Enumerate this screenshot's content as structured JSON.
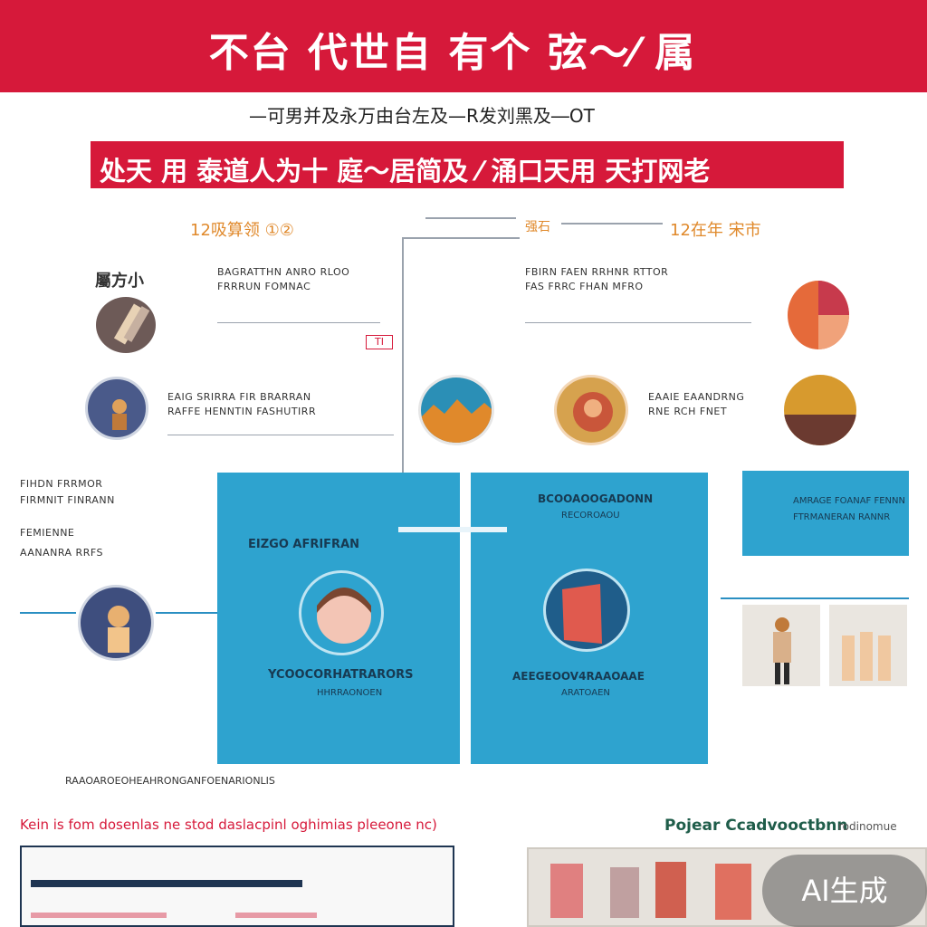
{
  "header": {
    "title": "不台 代世自 有个 弦〜⁄ 属",
    "subtitle": "—可男并及永万由台左及—R发刘黑及―OT",
    "banner_text": "处天 用 泰道人为十 庭〜居简及 ⁄ 涌口天用 天打网老"
  },
  "top_section": {
    "left_heading": "12吸算领 ①②",
    "center_heading": "强石",
    "right_heading": "12在年 宋市",
    "left_label": "屬方小",
    "left_text_line1": "BAGRATTHN ANRO RLOO",
    "left_text_line2": "FRRRUN  FOMNAC",
    "right_text_line1": "FBIRN FAEN RRHNR RTTOR",
    "right_text_line2": "FAS  FRRC FHAN MFRO",
    "red_mark": "TI",
    "row2_left_line1": "EAIG SRIRRA  FIR  BRARRAN",
    "row2_left_line2": "RAFFE HENNTIN FASHUTIRR",
    "row2_right_line1": "EAAIE EAANDRNG",
    "row2_right_line2": "RNE RCH FNET"
  },
  "left_column": {
    "lines": [
      "FIHDN FRRMOR",
      "FIRMNIT FINRANN",
      "FEMIENNE",
      "AANANRA RRFS"
    ]
  },
  "panels": {
    "left_heading": "EIZGO AFRIFRAN",
    "left_caption": "YCOOCORHATRARORS",
    "left_caption2": "HHRRAONOEN",
    "right_heading": "BCOOAOOGADONN",
    "right_sub": "RECOROAOU",
    "right_caption": "AEEGEOOV4RAAOAAE",
    "right_caption2": "ARATOAEN",
    "small_panel_line1": "AMRAGE FOANAF FENNN",
    "small_panel_line2": "FTRMANERAN RANNR"
  },
  "footer": {
    "bottom_caption": "RAAOAROEOHEAHRONGANFOENARIONLIS",
    "left_heading": "Kein is fom dosenlas ne stod daslacpinl oghimias pleeone nc)",
    "right_heading": "Pojear Ccadvooctbnn",
    "right_small": "rodinomue",
    "badge": "AI生成"
  },
  "colors": {
    "brand_red": "#d6193a",
    "panel_blue": "#2ea3cf",
    "accent_orange": "#e0892b",
    "navy": "#1f3552"
  }
}
